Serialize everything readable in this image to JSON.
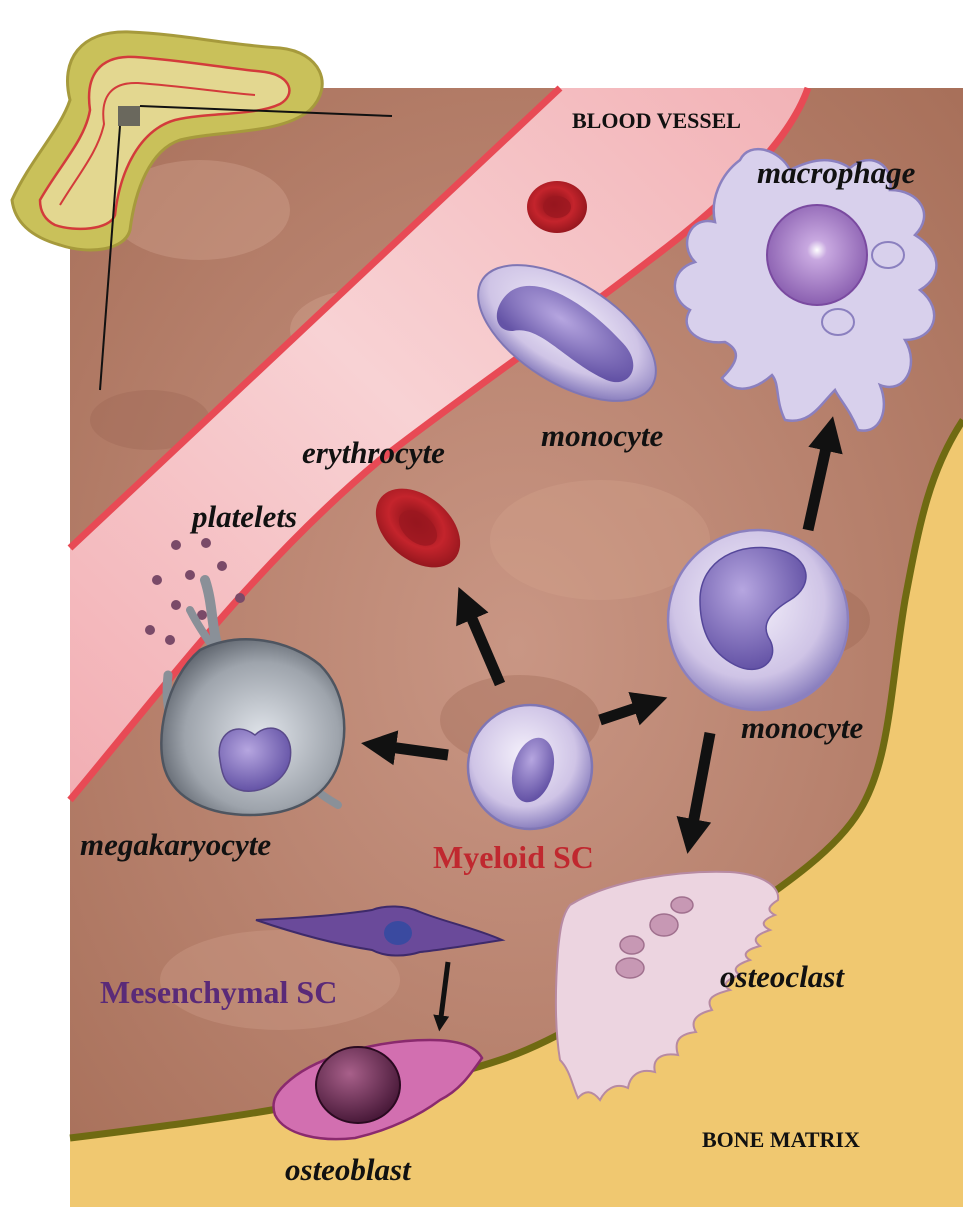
{
  "regions": {
    "vessel": "BLOOD VESSEL",
    "bone": "BONE MATRIX"
  },
  "cells": {
    "macrophage": "macrophage",
    "monocyte_in_vessel": "monocyte",
    "erythrocyte": "erythrocyte",
    "platelets": "platelets",
    "monocyte": "monocyte",
    "megakaryocyte": "megakaryocyte",
    "myeloid_sc": "Myeloid SC",
    "mesenchymal_sc": "Mesenchymal SC",
    "osteoclast": "osteoclast",
    "osteoblast": "osteoblast"
  },
  "colors": {
    "marrow": "#b88068",
    "vessel_lumen": "#f6c2c4",
    "vessel_wall": "#e84a55",
    "bone": "#f0c870",
    "bone_edge": "#6f6a12",
    "myeloid_label": "#c0282f",
    "mesenchymal_label": "#5a2a78",
    "erythrocyte": "#b01e26",
    "leukocyte_nucleus": "#7c6ab8",
    "macrophage": "#d8d0ec",
    "megakaryocyte": "#9aa0a8",
    "osteoclast": "#ecd4e0",
    "osteoblast": "#c85aa6"
  }
}
